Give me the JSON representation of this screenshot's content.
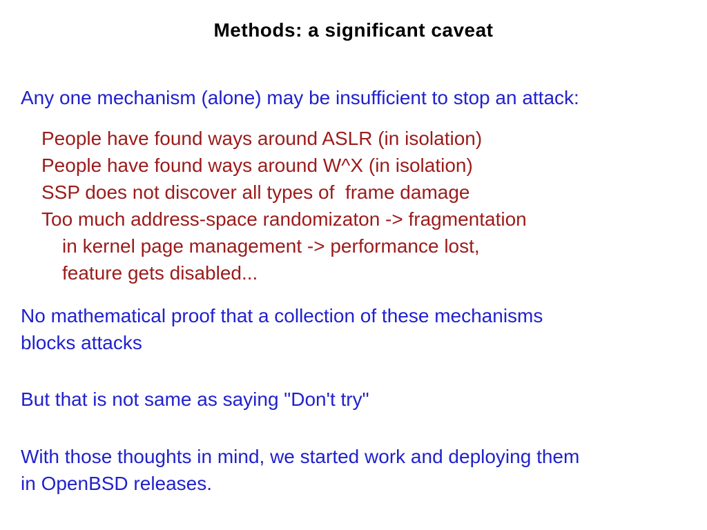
{
  "slide": {
    "title": "Methods: a significant caveat",
    "intro": "Any one mechanism (alone) may be insufficient to stop an attack:",
    "points": [
      {
        "text": "People have found ways around ASLR (in isolation)",
        "indent": 1
      },
      {
        "text": "People have found ways around W^X (in isolation)",
        "indent": 1
      },
      {
        "text": "SSP does not discover all types of  frame damage",
        "indent": 1
      },
      {
        "text": "Too much address-space randomizaton -> fragmentation",
        "indent": 1
      },
      {
        "text": "in kernel page management -> performance lost,",
        "indent": 2
      },
      {
        "text": "feature gets disabled...",
        "indent": 2
      }
    ],
    "paragraphs": [
      {
        "lines": [
          "No mathematical proof that a collection of these mechanisms",
          "blocks attacks"
        ]
      },
      {
        "lines": [
          "But that is not same as saying \"Don't try\""
        ]
      },
      {
        "lines": [
          "With those thoughts in mind, we started work and deploying them",
          "in OpenBSD releases."
        ]
      }
    ],
    "colors": {
      "background": "#ffffff",
      "title": "#000000",
      "body_blue": "#2121cc",
      "caveat_red": "#9b1b1b"
    }
  }
}
